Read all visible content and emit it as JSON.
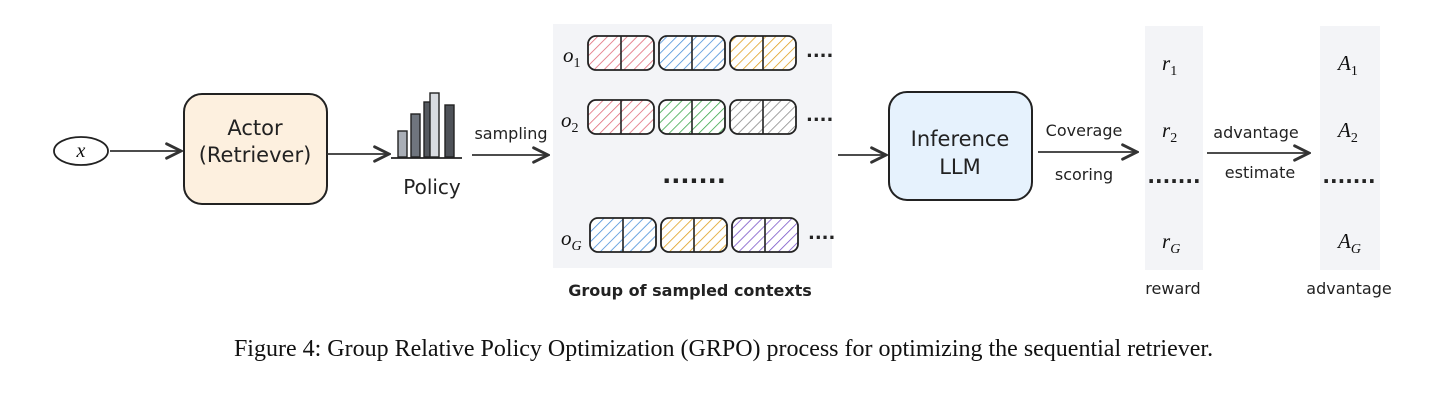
{
  "input_label": "x",
  "actor": {
    "line1": "Actor",
    "line2": "(Retriever)",
    "fill": "#fdf0df"
  },
  "policy_label": "Policy",
  "sampling_label": "sampling",
  "group": {
    "caption": "Group of sampled contexts",
    "rows": [
      {
        "base": "o",
        "sub": "1",
        "colors": [
          "#e06a78",
          "#4a90d9",
          "#e0a020"
        ]
      },
      {
        "base": "o",
        "sub": "2",
        "colors": [
          "#e06a78",
          "#3aa84a",
          "#888888"
        ]
      },
      {
        "base": "o",
        "sub": "G",
        "colors": [
          "#4a90d9",
          "#e0a020",
          "#7a55c8"
        ]
      }
    ],
    "row_ellipsis": "....",
    "mid_ellipsis": "......."
  },
  "inference": {
    "line1": "Inference",
    "line2": "LLM",
    "fill": "#e6f2fd"
  },
  "coverage_label": "Coverage",
  "scoring_label": "scoring",
  "reward": {
    "items": [
      {
        "base": "r",
        "sub": "1"
      },
      {
        "base": "r",
        "sub": "2"
      },
      {
        "base": "r",
        "sub": "G"
      }
    ],
    "ellipsis": ".......",
    "label": "reward"
  },
  "advantage_label": "advantage",
  "estimate_label": "estimate",
  "advantage": {
    "items": [
      {
        "base": "A",
        "sub": "1"
      },
      {
        "base": "A",
        "sub": "2"
      },
      {
        "base": "A",
        "sub": "G"
      }
    ],
    "ellipsis": ".......",
    "label": "advantage"
  },
  "caption": "Figure 4: Group Relative Policy Optimization (GRPO) process for optimizing the sequential retriever."
}
